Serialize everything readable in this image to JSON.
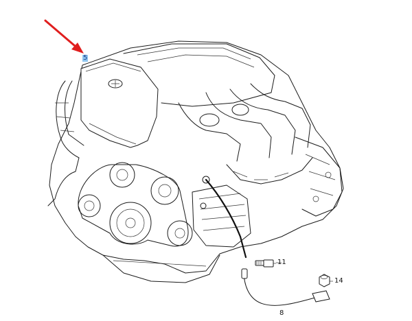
{
  "diagram": {
    "callouts": [
      {
        "id": "5",
        "label": "5",
        "highlighted": true
      },
      {
        "id": "8",
        "label": "8",
        "highlighted": false
      },
      {
        "id": "11",
        "label": "11",
        "highlighted": false
      },
      {
        "id": "14",
        "label": "14",
        "highlighted": false
      }
    ],
    "arrow_color": "#e01e1e",
    "highlight_color": "#8fc6f0"
  }
}
